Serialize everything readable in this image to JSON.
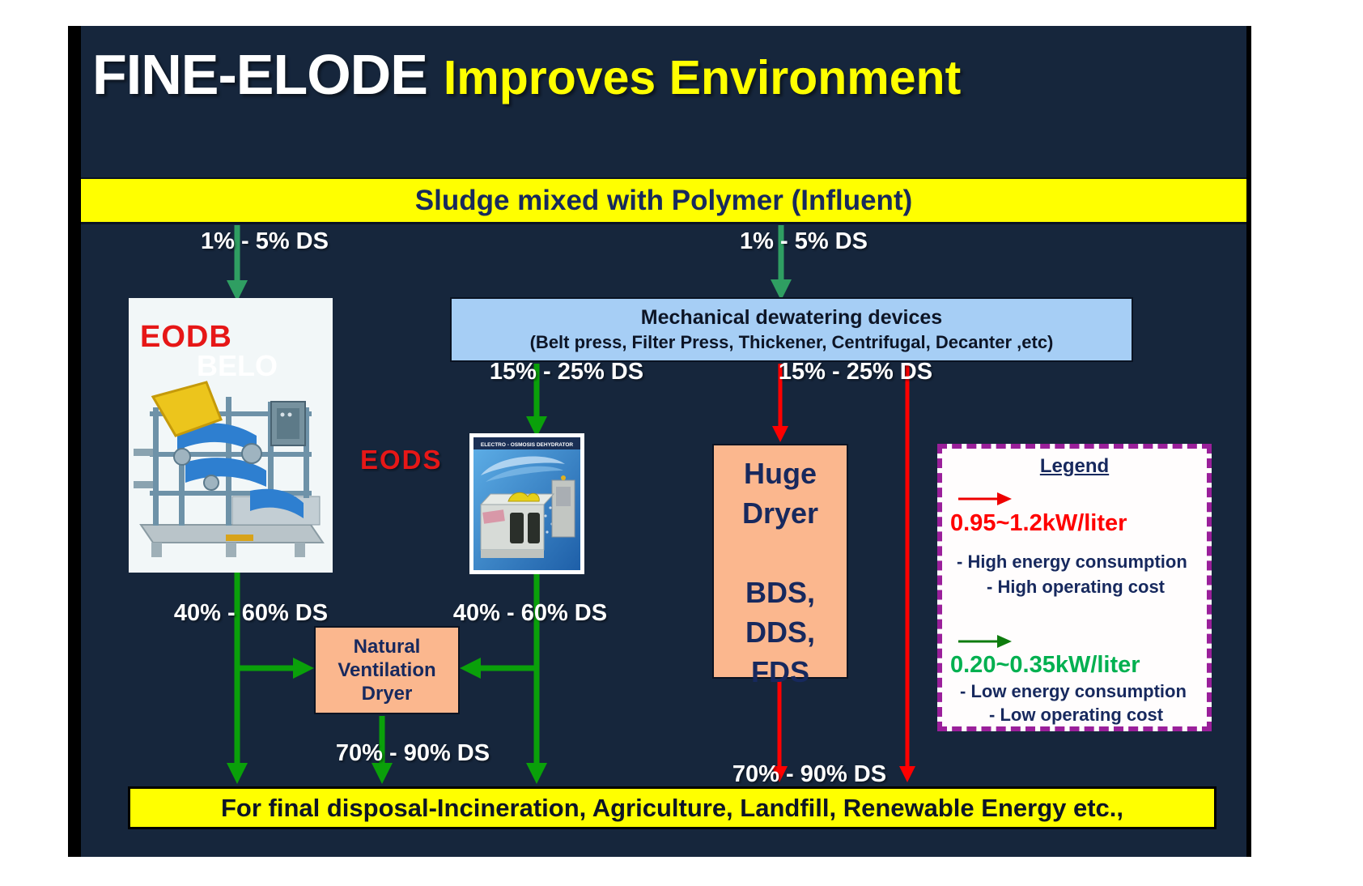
{
  "title": {
    "main": "FINE-ELODE",
    "highlight": "Improves Environment"
  },
  "top_banner": "Sludge mixed with Polymer (Influent)",
  "flow_labels": {
    "influent_left": "1% - 5% DS",
    "influent_right": "1% - 5% DS",
    "mid_left": "15% - 25% DS",
    "mid_right": "15% - 25% DS",
    "dewatered_left": "40% - 60% DS",
    "dewatered_right": "40% - 60% DS",
    "dried_left": "70% - 90% DS",
    "dried_right": "70% - 90% DS"
  },
  "eodb": {
    "label": "EODB",
    "watermark": "BELO"
  },
  "eods": {
    "label": "EODS",
    "caption": "ELECTRO - OSMOSIS  DEHYDRATOR"
  },
  "mechanical_box": {
    "line1": "Mechanical dewatering devices",
    "line2": "(Belt press, Filter Press, Thickener, Centrifugal, Decanter ,etc)"
  },
  "huge_dryer": {
    "lines": [
      "Huge",
      "Dryer",
      "BDS,",
      "DDS,",
      "FDS"
    ]
  },
  "ventilation_dryer": {
    "lines": [
      "Natural",
      "Ventilation",
      "Dryer"
    ]
  },
  "legend": {
    "title": "Legend",
    "high": {
      "value": "0.95~1.2kW/liter",
      "note1": "-  High energy consumption",
      "note2": "-  High operating cost"
    },
    "low": {
      "value": "0.20~0.35kW/liter",
      "note1": "-  Low energy consumption",
      "note2": "-  Low operating cost"
    }
  },
  "bottom_banner": "For final disposal-Incineration, Agriculture, Landfill, Renewable Energy etc.,",
  "colors": {
    "slide_background": "#16263c",
    "banner_yellow": "#ffff00",
    "navy_text": "#17295e",
    "mechanical_box_blue": "#a6cef5",
    "dryer_box_salmon": "#fbb78e",
    "arrow_green": "#0aa00a",
    "arrow_teal": "#2f9e62",
    "arrow_red": "#ff0000",
    "legend_border_purple": "#9a1f9a",
    "legend_green_text": "#00b050",
    "label_red": "#e61717"
  }
}
